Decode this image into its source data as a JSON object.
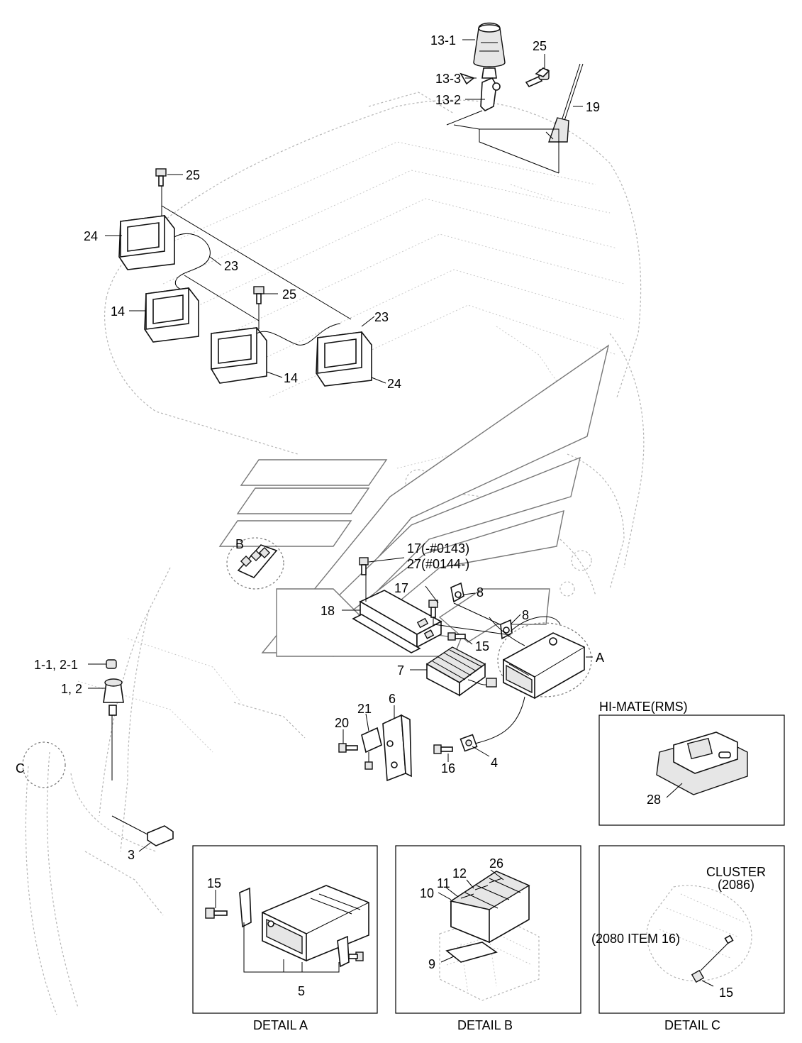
{
  "labels": {
    "p13_1": "13-1",
    "p13_3": "13-3",
    "p13_2": "13-2",
    "p25_top": "25",
    "p19": "19",
    "p25_left": "25",
    "p24_left": "24",
    "p23_left": "23",
    "p25_mid": "25",
    "p14_left": "14",
    "p23_right": "23",
    "p14_mid": "14",
    "p24_right": "24",
    "pB": "B",
    "p17_top": "17(-#0143)",
    "p27": "27(#0144-)",
    "p17": "17",
    "p8_a": "8",
    "p8_b": "8",
    "p18": "18",
    "p15_main": "15",
    "pA": "A",
    "p7": "7",
    "p1_1": "1-1, 2-1",
    "p1_2": "1, 2",
    "p21": "21",
    "p6": "6",
    "p20": "20",
    "p16": "16",
    "p4": "4",
    "pC": "C",
    "p3": "3",
    "p28": "28",
    "p15_detA": "15",
    "p5": "5",
    "p26": "26",
    "p12": "12",
    "p11": "11",
    "p10": "10",
    "p9": "9",
    "cluster": "CLUSTER",
    "cluster_num": "(2086)",
    "item_ref": "(2080 ITEM 16)",
    "p15_detC": "15"
  },
  "panels": {
    "himate_title": "HI-MATE(RMS)",
    "detail_a": "DETAIL A",
    "detail_b": "DETAIL B",
    "detail_c": "DETAIL C"
  }
}
